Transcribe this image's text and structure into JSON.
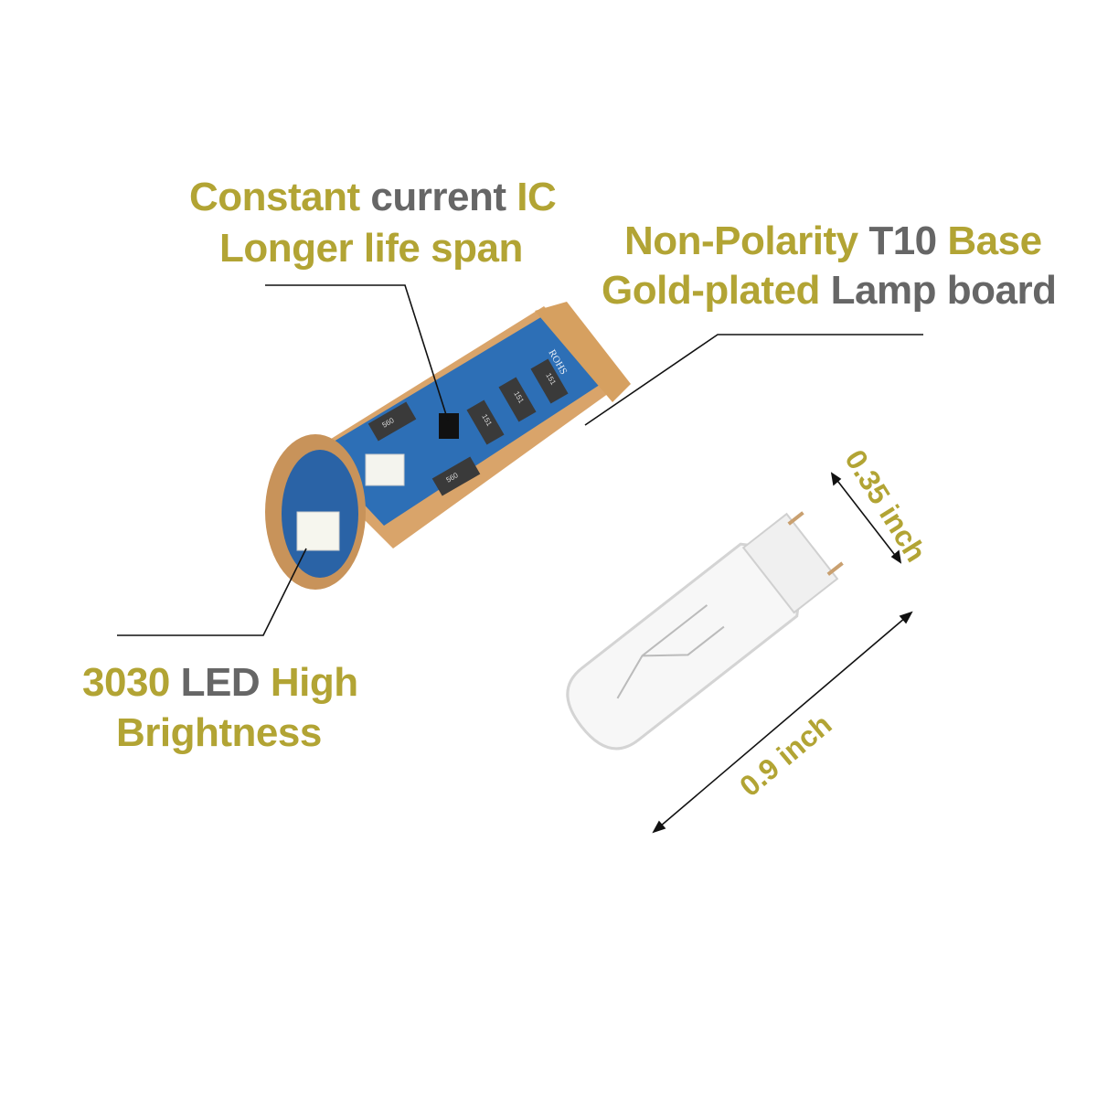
{
  "callouts": {
    "ic": {
      "line1": [
        {
          "text": "Constant",
          "color": "olive"
        },
        {
          "text": "current",
          "color": "gray"
        },
        {
          "text": "IC",
          "color": "olive"
        }
      ],
      "line2": [
        {
          "text": "Longer life span",
          "color": "olive"
        }
      ]
    },
    "base": {
      "line1": [
        {
          "text": "Non-Polarity",
          "color": "olive"
        },
        {
          "text": "T10",
          "color": "gray"
        },
        {
          "text": "Base",
          "color": "olive"
        }
      ],
      "line2": [
        {
          "text": "Gold-plated",
          "color": "olive"
        },
        {
          "text": "Lamp board",
          "color": "gray"
        }
      ]
    },
    "led": {
      "line1": [
        {
          "text": "3030",
          "color": "olive"
        },
        {
          "text": "LED",
          "color": "gray"
        },
        {
          "text": "High",
          "color": "olive"
        }
      ],
      "line2": [
        {
          "text": "Brightness",
          "color": "olive"
        }
      ]
    }
  },
  "dimensions": {
    "diameter": "0.35 inch",
    "length": "0.9 inch"
  },
  "board_markings": [
    "ROHS",
    "151",
    "151",
    "151",
    "560",
    "560"
  ],
  "colors": {
    "olive": "#b2a434",
    "gray": "#666666",
    "board_blue": "#2a6fb8",
    "gold": "#c98f4a"
  }
}
